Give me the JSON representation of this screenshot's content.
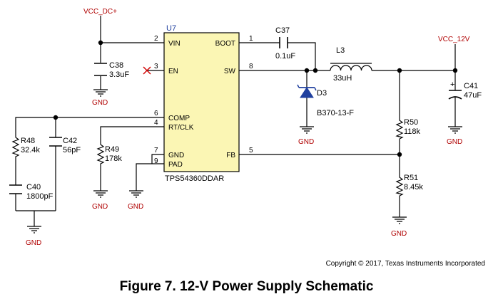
{
  "caption": "Figure 7. 12-V Power Supply Schematic",
  "copyright": "Copyright © 2017, Texas Instruments Incorporated",
  "nets": {
    "vcc_dc": "VCC_DC+",
    "vcc_12v": "VCC_12V",
    "gnd": "GND"
  },
  "ic": {
    "ref": "U7",
    "part": "TPS54360DDAR",
    "pins": {
      "vin": "VIN",
      "en": "EN",
      "comp": "COMP",
      "rtclk": "RT/CLK",
      "gnd": "GND",
      "pad": "PAD",
      "boot": "BOOT",
      "sw": "SW",
      "fb": "FB"
    },
    "pin_numbers": {
      "vin": "2",
      "en": "3",
      "comp": "6",
      "rtclk": "4",
      "gnd": "7",
      "pad": "9",
      "boot": "1",
      "sw": "8",
      "fb": "5"
    }
  },
  "components": {
    "c38": {
      "ref": "C38",
      "value": "3.3uF"
    },
    "c37": {
      "ref": "C37",
      "value": "0.1uF"
    },
    "l3": {
      "ref": "L3",
      "value": "33uH"
    },
    "d3": {
      "ref": "D3",
      "value": "B370-13-F"
    },
    "c41": {
      "ref": "C41",
      "value": "47uF"
    },
    "r50": {
      "ref": "R50",
      "value": "118k"
    },
    "r51": {
      "ref": "R51",
      "value": "8.45k"
    },
    "r48": {
      "ref": "R48",
      "value": "32.4k"
    },
    "c42": {
      "ref": "C42",
      "value": "56pF"
    },
    "c40": {
      "ref": "C40",
      "value": "1800pF"
    },
    "r49": {
      "ref": "R49",
      "value": "178k"
    }
  },
  "colors": {
    "ic_fill": "#fbf6b4",
    "net_label": "#b00000",
    "ref_label": "#1f3f9e",
    "diode": "#1f3f9e"
  }
}
